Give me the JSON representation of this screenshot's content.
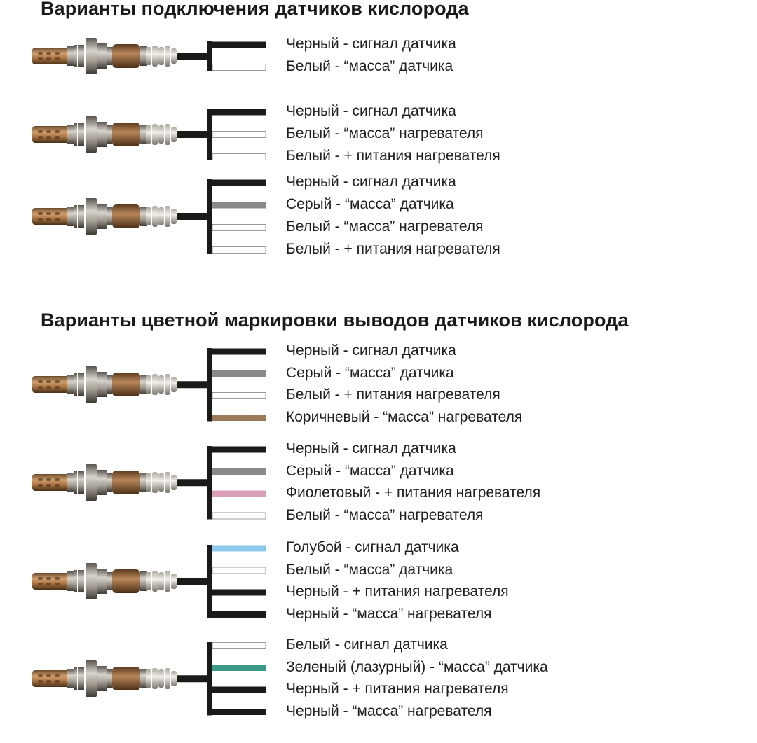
{
  "headings": {
    "connection": "Варианты подключения датчиков кислорода",
    "color_marking": "Варианты цветной маркировки выводов датчиков кислорода"
  },
  "colors": {
    "black": "#1a1a1a",
    "white": "#ffffff",
    "gray": "#8a8a8a",
    "brown": "#9a7a5a",
    "violet": "#d9a0b8",
    "blue": "#8ec8ea",
    "green": "#3b9a86"
  },
  "sensors": [
    {
      "section": "connection",
      "wires": [
        {
          "color": "black",
          "label": "Черный - сигнал датчика"
        },
        {
          "color": "white",
          "label": "Белый - “масса” датчика"
        }
      ]
    },
    {
      "section": "connection",
      "wires": [
        {
          "color": "black",
          "label": "Черный - сигнал датчика"
        },
        {
          "color": "white",
          "label": "Белый - “масса” нагревателя"
        },
        {
          "color": "white",
          "label": "Белый - + питания нагревателя"
        }
      ]
    },
    {
      "section": "connection",
      "wires": [
        {
          "color": "black",
          "label": "Черный - сигнал датчика"
        },
        {
          "color": "gray",
          "label": "Серый - “масса” датчика"
        },
        {
          "color": "white",
          "label": "Белый - “масса” нагревателя"
        },
        {
          "color": "white",
          "label": "Белый - + питания нагревателя"
        }
      ]
    },
    {
      "section": "color_marking",
      "wires": [
        {
          "color": "black",
          "label": "Черный - сигнал датчика"
        },
        {
          "color": "gray",
          "label": "Серый - “масса” датчика"
        },
        {
          "color": "white",
          "label": "Белый - + питания нагревателя"
        },
        {
          "color": "brown",
          "label": "Коричневый - “масса” нагревателя"
        }
      ]
    },
    {
      "section": "color_marking",
      "wires": [
        {
          "color": "black",
          "label": "Черный - сигнал датчика"
        },
        {
          "color": "gray",
          "label": "Серый - “масса” датчика"
        },
        {
          "color": "violet",
          "label": "Фиолетовый - + питания нагревателя"
        },
        {
          "color": "white",
          "label": "Белый - “масса” нагревателя"
        }
      ]
    },
    {
      "section": "color_marking",
      "wires": [
        {
          "color": "blue",
          "label": "Голубой - сигнал датчика"
        },
        {
          "color": "white",
          "label": "Белый - “масса” датчика"
        },
        {
          "color": "black",
          "label": "Черный - + питания нагревателя"
        },
        {
          "color": "black",
          "label": "Черный - “масса” нагревателя"
        }
      ]
    },
    {
      "section": "color_marking",
      "wires": [
        {
          "color": "white",
          "label": "Белый - сигнал датчика"
        },
        {
          "color": "green",
          "label": "Зеленый (лазурный) - “масса” датчика"
        },
        {
          "color": "black",
          "label": "Черный - + питания нагревателя"
        },
        {
          "color": "black",
          "label": "Черный - “масса” нагревателя"
        }
      ]
    }
  ]
}
